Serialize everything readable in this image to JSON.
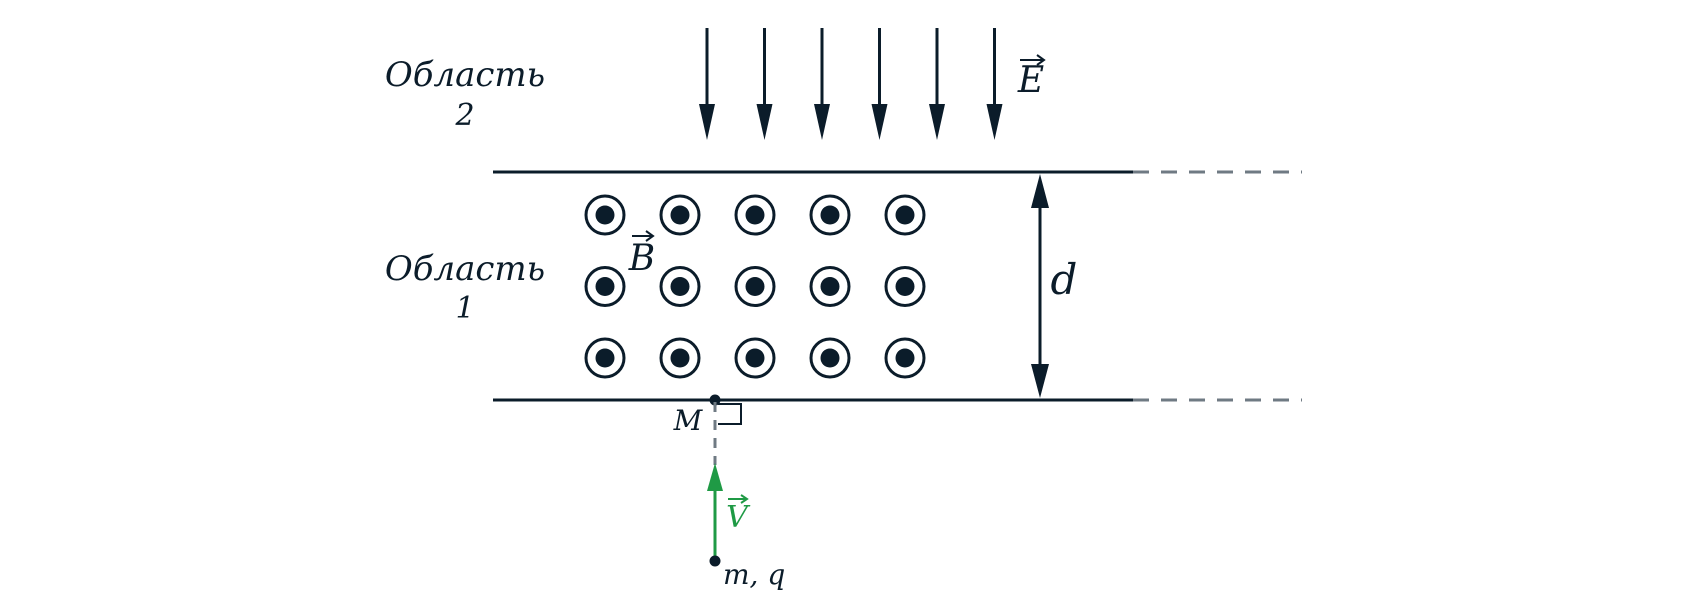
{
  "regions": [
    {
      "name": "Область",
      "number": "2"
    },
    {
      "name": "Область",
      "number": "1"
    }
  ],
  "labels": {
    "electric_field": "E",
    "magnetic_field": "B",
    "velocity": "V",
    "distance": "d",
    "entry_point": "M",
    "particle": "m, q"
  },
  "colors": {
    "ink": "#0b1c2a",
    "dashed": "#6f7a83",
    "velocity": "#1f9a45",
    "background": "#ffffff"
  },
  "field_arrows_count": 6,
  "b_field_grid": {
    "rows": 3,
    "cols": 5,
    "direction": "out-of-page"
  },
  "icons": {
    "field_symbol": "dot-in-circle-icon",
    "arrow": "arrow-down-icon"
  }
}
